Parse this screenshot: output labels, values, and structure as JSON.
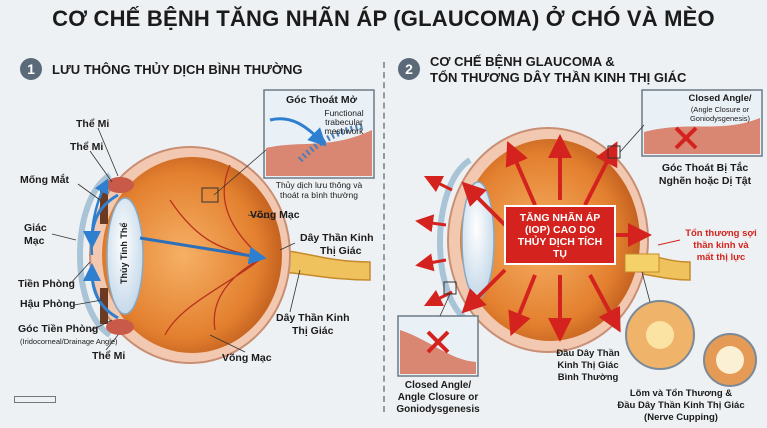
{
  "title": "CƠ CHẾ BỆNH TĂNG NHÃN ÁP (GLAUCOMA) Ở CHÓ VÀ MÈO",
  "section1": {
    "number": "1",
    "title": "LƯU THÔNG THỦY DỊCH BÌNH THƯỜNG",
    "labels": {
      "the_mi_top": "Thể Mi",
      "the_mi_2": "Thể Mi",
      "mong_mat": "Mống Mắt",
      "giac_mac_1": "Giác",
      "giac_mac_2": "Mạc",
      "tien_phong": "Tiền Phòng",
      "hau_phong": "Hậu Phòng",
      "goc_tien_phong": "Góc Tiền Phòng",
      "goc_tien_phong_sub": "(Iridocorneal/Drainage Angle)",
      "the_mi_bottom": "Thể Mi",
      "vong_mac_bottom": "Võng Mạc",
      "vong_mac_right": "Võng Mạc",
      "thuy_tinh_the": "Thủy Tinh Thể",
      "day_than_kinh_1_a": "Dây Thần Kinh",
      "day_than_kinh_1_b": "Thị Giác",
      "day_than_kinh_2_a": "Dây Thần Kinh",
      "day_than_kinh_2_b": "Thị Giác"
    },
    "inset": {
      "title": "Góc Thoát Mở",
      "meshwork_1": "Functional",
      "meshwork_2": "trabecular",
      "meshwork_3": "meshwork",
      "caption_1": "Thủy dịch lưu thông và",
      "caption_2": "thoát ra bình thường"
    }
  },
  "section2": {
    "number": "2",
    "title_1": "CƠ CHẾ BỆNH GLAUCOMA &",
    "title_2": "TỔN THƯƠNG DÂY THẦN KINH THỊ GIÁC",
    "iop_1": "TĂNG NHÃN ÁP",
    "iop_2": "(IOP) CAO DO",
    "iop_3": "THỦY DỊCH TÍCH",
    "iop_4": "TỤ",
    "closed_angle_top_1": "Closed Angle/",
    "closed_angle_top_2": "(Angle Closure or",
    "closed_angle_top_3": "Goniodysgenesis)",
    "goc_thoat_1": "Góc Thoát Bị Tắc",
    "goc_thoat_2": "Nghẽn hoặc Dị Tật",
    "nerve_damage_1": "Tổn thương sợi",
    "nerve_damage_2": "thần kinh và",
    "nerve_damage_3": "mất thị lực",
    "closed_angle_bottom_1": "Closed Angle/",
    "closed_angle_bottom_2": "Angle Closure or",
    "closed_angle_bottom_3": "Goniodysgenesis",
    "normal_disc_1": "Đầu Dây Thần",
    "normal_disc_2": "Kinh Thị Giác",
    "normal_disc_3": "Bình Thường",
    "cupping_1": "Lõm và Tổn Thương &",
    "cupping_2": "Đầu Dây Thần Kinh Thị Giác",
    "cupping_3": "(Nerve Cupping)"
  },
  "colors": {
    "accent_red": "#d4231e",
    "fluid_blue": "#2f7fd0",
    "eye_orange": "#e8873a",
    "sclera": "#f2d6c4"
  }
}
